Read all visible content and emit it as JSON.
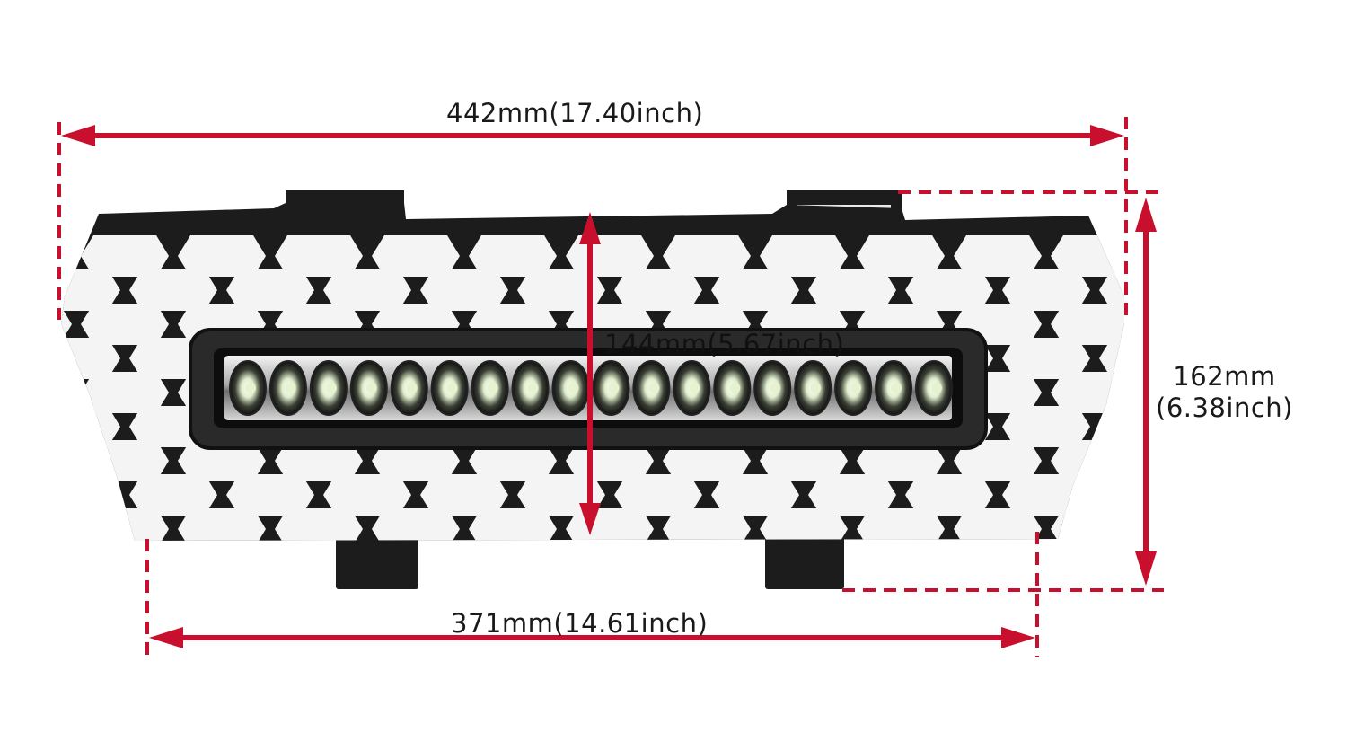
{
  "dimensions": {
    "overall_width": "442mm(17.40inch)",
    "bottom_width": "371mm(14.61inch)",
    "light_bar_height": "144mm(5.67inch)",
    "overall_height_mm": "162mm",
    "overall_height_inch": "(6.38inch)"
  },
  "colors": {
    "dimension_line": "#c8102e",
    "grille": "#1c1c1c",
    "light_bar_housing": "#2a2a2a",
    "led": "#e8f2d0"
  },
  "light_bar": {
    "led_count": 18
  }
}
